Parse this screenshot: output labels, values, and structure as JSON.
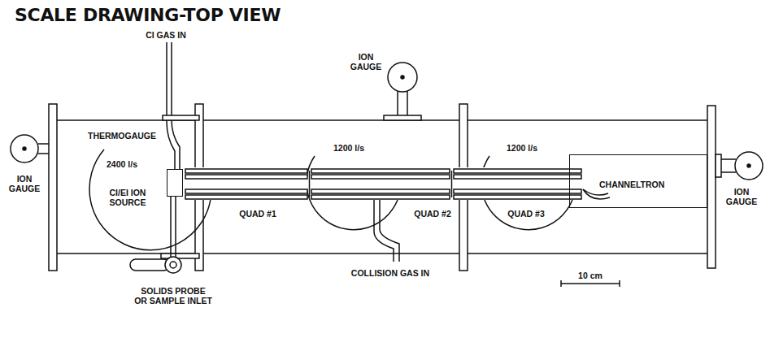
{
  "diagram": {
    "title": "SCALE DRAWING-TOP VIEW",
    "nodes": [
      {
        "text": [
          "CI/EI ION SOURCE"
        ]
      },
      {
        "text": [
          "QUAD #1"
        ]
      },
      {
        "text": [
          "QUAD #2"
        ]
      },
      {
        "text": [
          "QUAD #3"
        ]
      },
      {
        "text": [
          "CHANNELTRON"
        ]
      }
    ],
    "labels": [
      "CI GAS IN",
      "THERMOGAUGE",
      "ION GAUGE",
      "2400 l/s",
      "ION GAUGE",
      "1200 l/s",
      "1200 l/s",
      "ION GAUGE",
      "COLLISION GAS IN",
      "10 cm",
      "SOLIDS PROBE OR SAMPLE INLET"
    ]
  }
}
